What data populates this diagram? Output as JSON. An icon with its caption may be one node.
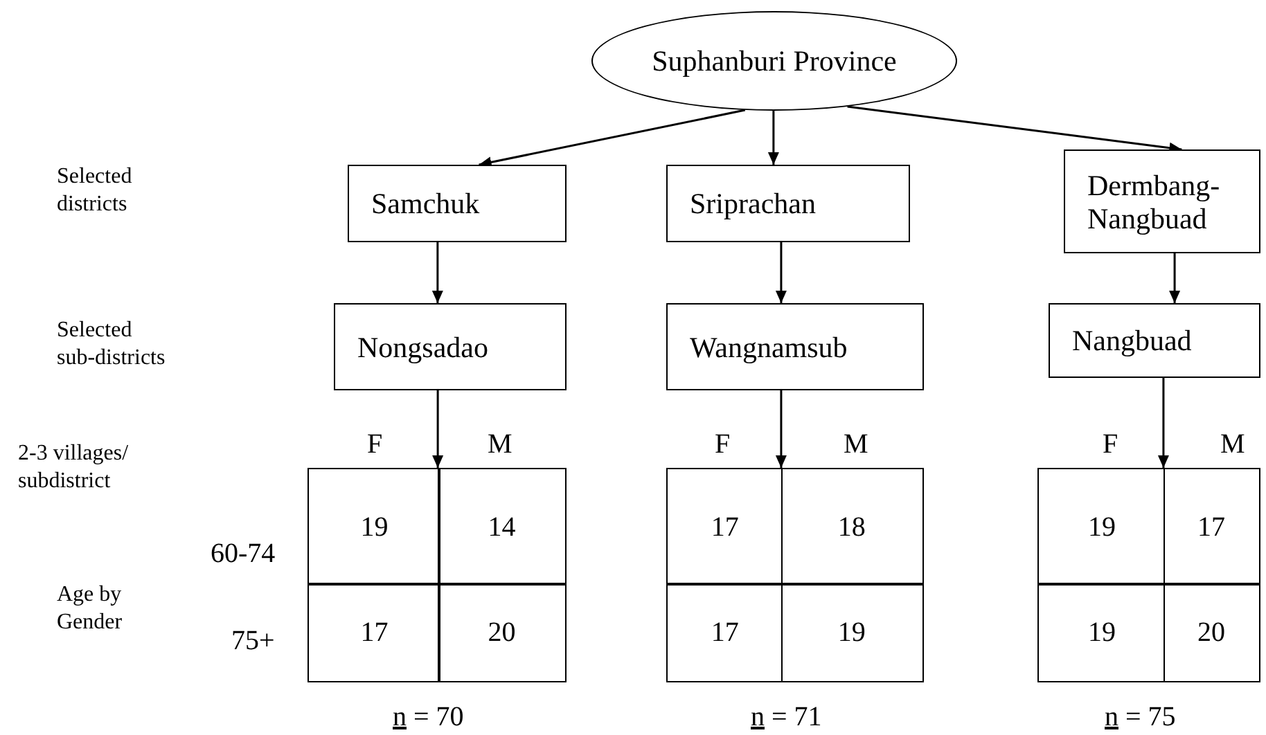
{
  "diagram": {
    "nodes": [
      {
        "text": [
          "Suphanburi Province"
        ]
      },
      {
        "text": [
          "Samchuk"
        ]
      },
      {
        "text": [
          "Sriprachan"
        ]
      },
      {
        "text": [
          "Dermbang- Nangbuad"
        ]
      },
      {
        "text": [
          "Nongsadao"
        ]
      },
      {
        "text": [
          "Wangnamsub"
        ]
      },
      {
        "text": [
          "Nangbuad"
        ]
      },
      {
        "text": [
          "19",
          "14",
          "17",
          "20"
        ],
        "beside": [
          "n = 70"
        ]
      },
      {
        "text": [
          "17",
          "18",
          "17",
          "19"
        ],
        "beside": [
          "n = 71"
        ]
      },
      {
        "text": [
          "19",
          "17",
          "19",
          "20"
        ],
        "beside": [
          "n = 75"
        ]
      }
    ],
    "edges": [
      {
        "from": 0,
        "to": 1,
        "arrow": "to"
      },
      {
        "from": 0,
        "to": 2,
        "arrow": "to"
      },
      {
        "from": 0,
        "to": 3,
        "arrow": "to"
      },
      {
        "from": 1,
        "to": 4,
        "arrow": "to"
      },
      {
        "from": 2,
        "to": 5,
        "arrow": "to"
      },
      {
        "from": 3,
        "to": 6,
        "arrow": "to"
      },
      {
        "from": 4,
        "to": 7,
        "arrow": "to"
      },
      {
        "from": 5,
        "to": 8,
        "arrow": "to"
      },
      {
        "from": 6,
        "to": 9,
        "arrow": "to"
      }
    ],
    "labels": [
      "Selected districts",
      "Selected sub-districts",
      "2-3 villages/ subdistrict",
      "F",
      "M",
      "F",
      "M",
      "F",
      "M",
      "60-74",
      "Age by Gender",
      "75+"
    ]
  }
}
